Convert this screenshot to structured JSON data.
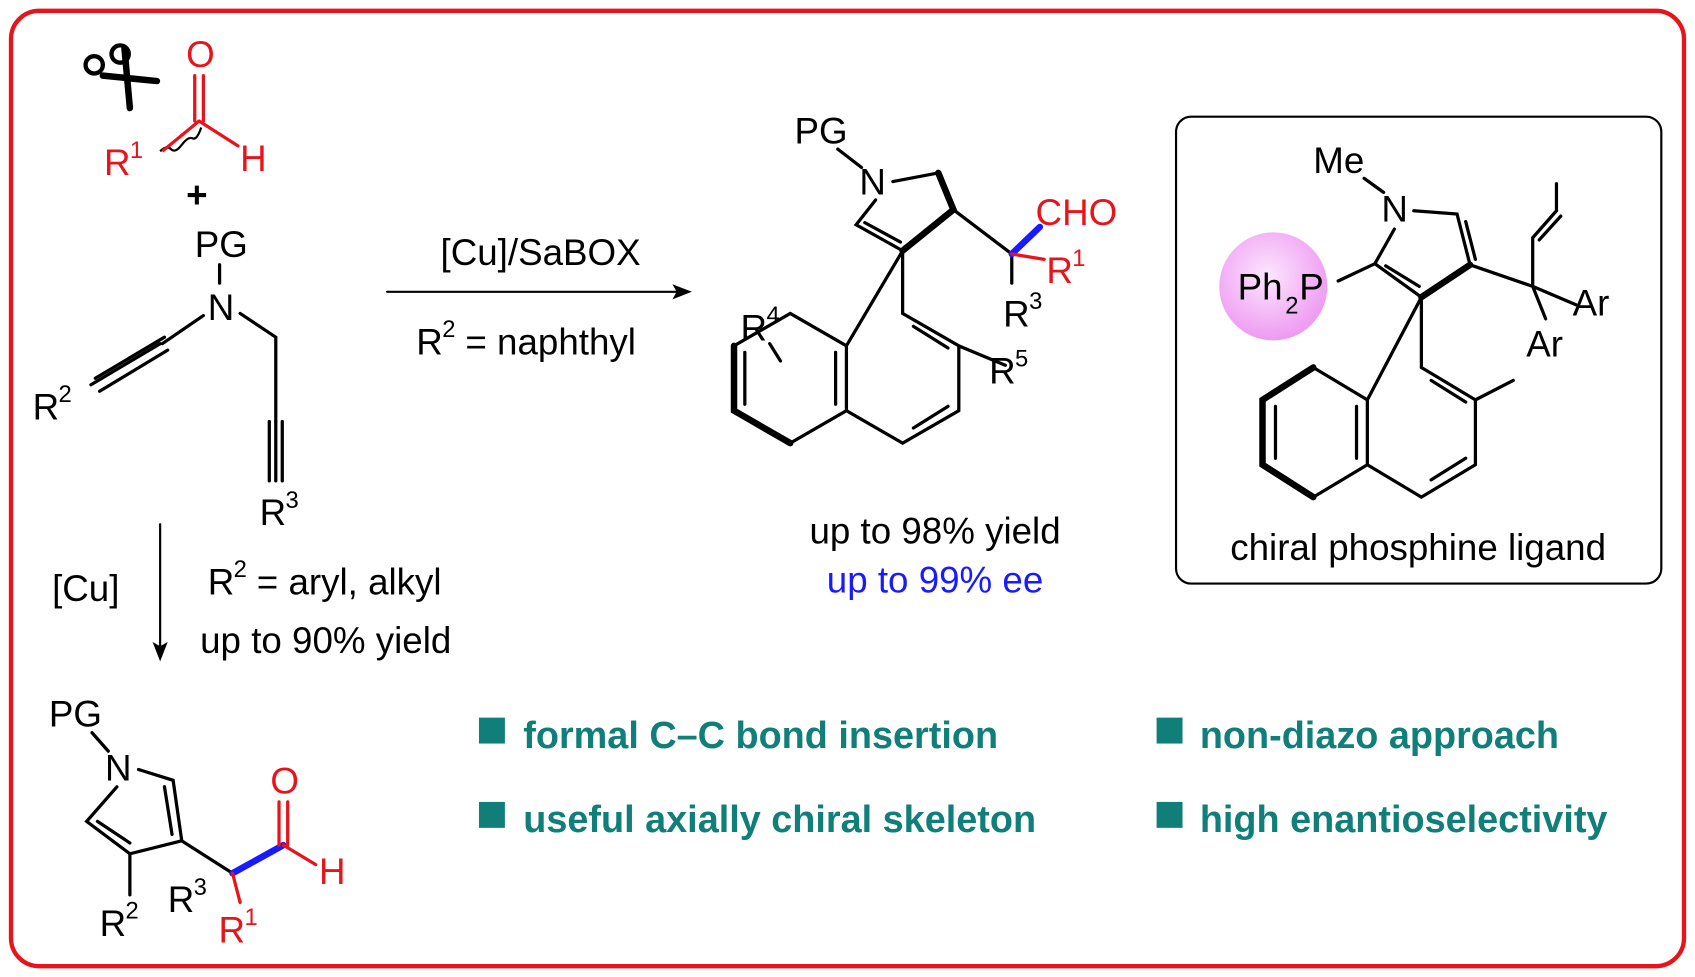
{
  "reactant_aldehyde": {
    "O": "O",
    "H": "H",
    "R": "R",
    "R_sup": "1",
    "icon": "scissors-icon"
  },
  "plus": "+",
  "reactant_diyne": {
    "PG": "PG",
    "N": "N",
    "R2": "R",
    "R2_sup": "2",
    "R3": "R",
    "R3_sup": "3"
  },
  "top_arrow": {
    "above": "[Cu]/SaBOX",
    "below_R": "R",
    "below_sup": "2",
    "below_rest": " = naphthyl"
  },
  "product_top": {
    "PG": "PG",
    "N": "N",
    "CHO": "CHO",
    "R1": "R",
    "R1_sup": "1",
    "R3": "R",
    "R3_sup": "3",
    "R4": "R",
    "R4_sup": "4",
    "R5": "R",
    "R5_sup": "5",
    "yield": "up to 98% yield",
    "ee": "up to 99% ee"
  },
  "ligand": {
    "Me": "Me",
    "N": "N",
    "Ph": "Ph",
    "Ph_sub": "2",
    "P": "P",
    "Ar1": "Ar",
    "Ar2": "Ar",
    "caption": "chiral phosphine ligand"
  },
  "down_arrow": {
    "catalyst": "[Cu]",
    "cond_R": "R",
    "cond_sup": "2",
    "cond_rest": " = aryl, alkyl",
    "yield": "up to 90% yield"
  },
  "product_bottom": {
    "PG": "PG",
    "N": "N",
    "O": "O",
    "H": "H",
    "R2": "R",
    "R2_sup": "2",
    "R3": "R",
    "R3_sup": "3",
    "R1": "R",
    "R1_sup": "1"
  },
  "features": [
    {
      "label": "formal C–C bond insertion"
    },
    {
      "label": "useful axially chiral skeleton"
    },
    {
      "label": "non-diazo approach"
    },
    {
      "label": "high enantioselectivity"
    }
  ],
  "colors": {
    "border": "#e8141b",
    "accent_red": "#e8141b",
    "accent_blue": "#1a1aff",
    "feature_green": "#117f79",
    "ligand_circle": "#f2b3f5"
  }
}
